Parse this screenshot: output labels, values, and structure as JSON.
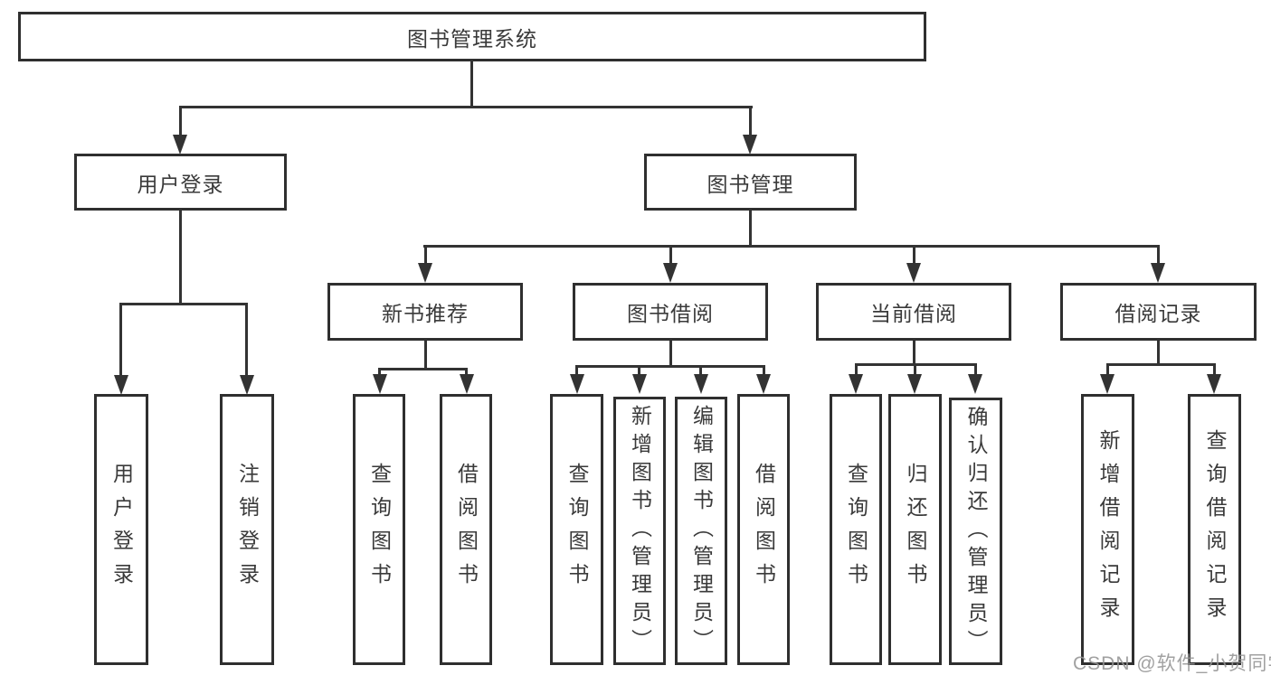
{
  "diagram": {
    "title": "图书管理系统",
    "root": {
      "label": "图书管理系统"
    },
    "level2": [
      {
        "label": "用户登录"
      },
      {
        "label": "图书管理"
      }
    ],
    "level3": [
      {
        "label": "新书推荐"
      },
      {
        "label": "图书借阅"
      },
      {
        "label": "当前借阅"
      },
      {
        "label": "借阅记录"
      }
    ],
    "leaves": {
      "user_login": [
        "用户登录",
        "注销登录"
      ],
      "new_book": [
        "查询图书",
        "借阅图书"
      ],
      "book_borrow": [
        "查询图书",
        "新增图书（管理员）",
        "编辑图书（管理员）",
        "借阅图书"
      ],
      "current_borrow": [
        "查询图书",
        "归还图书",
        "确认归还（管理员）"
      ],
      "borrow_record": [
        "新增借阅记录",
        "查询借阅记录"
      ]
    }
  },
  "watermark": {
    "text": "CSDN @软件_小贺同学"
  },
  "colors": {
    "line": "#333333",
    "box_border": "#2f2f2f",
    "box_background": "#ffffff",
    "text": "#3a3a3a",
    "watermark": "#949494",
    "page_background": "#ffffff"
  }
}
